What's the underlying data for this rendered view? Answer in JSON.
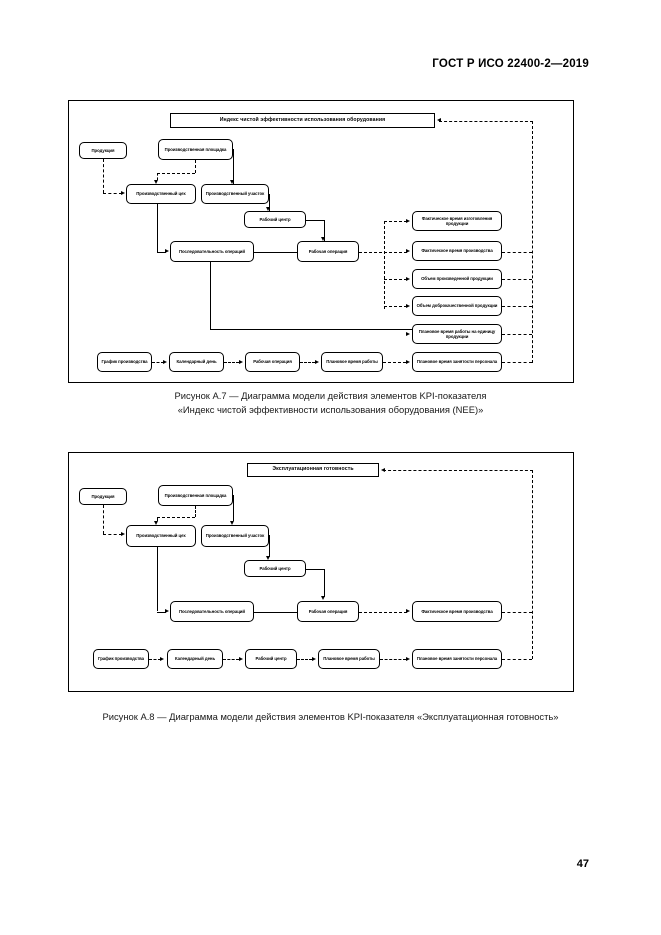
{
  "document": {
    "header": "ГОСТ Р ИСО 22400-2—2019",
    "page_number": "47"
  },
  "figures": [
    {
      "id": "figure-a7",
      "title_box": "Индекс чистой эффективности использования оборудования",
      "caption_line1": "Рисунок А.7 — Диаграмма модели действия элементов KPI-показателя",
      "caption_line2": "«Индекс чистой эффективности использования оборудования (NEE)»",
      "nodes": {
        "product": "Продукция",
        "production_site": "Производственная площадка",
        "production_shop": "Производственный цех",
        "production_area": "Производственный участок",
        "work_center": "Рабочий центр",
        "operation_sequence": "Последовательность операций",
        "work_operation": "Рабочая операция",
        "actual_making_time": "Фактическое время изготовления продукции",
        "actual_production_time": "Фактическое время производства",
        "produced_volume": "Объем произведенной продукции",
        "good_quality_volume": "Объем доброкачественной продукции",
        "planned_time_per_unit": "Плановое время работы на единицу продукции",
        "planned_personnel_time": "Плановое время занятости персонала",
        "production_schedule": "График производства",
        "calendar_day": "Календарный день",
        "work_operation_bottom": "Рабочая операция",
        "planned_work_time": "Плановое время работы"
      }
    },
    {
      "id": "figure-a8",
      "title_box": "Эксплуатационная готовность",
      "caption_line1": "Рисунок А.8 — Диаграмма модели действия элементов KPI-показателя «Эксплуатационная готовность»",
      "caption_line2": "",
      "nodes": {
        "product": "Продукция",
        "production_site": "Производственная площадка",
        "production_shop": "Производственный цех",
        "production_area": "Производственный участок",
        "work_center": "Рабочий центр",
        "operation_sequence": "Последовательность операций",
        "work_operation": "Рабочая операция",
        "actual_production_time": "Фактическое время производства",
        "production_schedule": "График производства",
        "calendar_day": "Календарный день",
        "work_center_bottom": "Рабочий центр",
        "planned_work_time": "Плановое время работы",
        "planned_personnel_time": "Плановое время занятости персонала"
      }
    }
  ]
}
